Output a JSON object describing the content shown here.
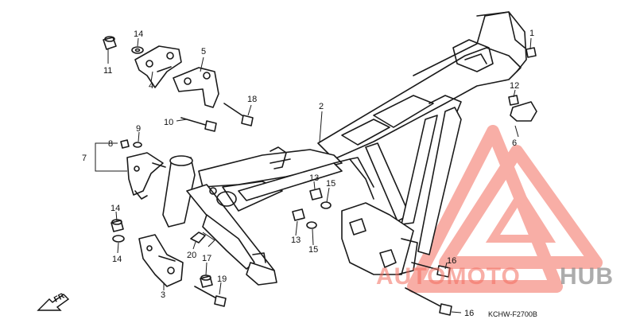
{
  "diagram_code": "KCHW-F2700B",
  "front_indicator": "FR.",
  "watermark": {
    "part1": "AUTOMOTO",
    "part2": "HUB",
    "accent_color": "#f36c5e",
    "grey_color": "#8a8a8a"
  },
  "callouts": {
    "c1": "1",
    "c2": "2",
    "c3": "3",
    "c4": "4",
    "c5": "5",
    "c6": "6",
    "c7": "7",
    "c8": "8",
    "c9": "9",
    "c10": "10",
    "c11": "11",
    "c12": "12",
    "c13a": "13",
    "c13b": "13",
    "c14a": "14",
    "c14b": "14",
    "c14c": "14",
    "c15a": "15",
    "c15b": "15",
    "c16a": "16",
    "c16b": "16",
    "c17": "17",
    "c18": "18",
    "c19": "19",
    "c20": "20"
  }
}
